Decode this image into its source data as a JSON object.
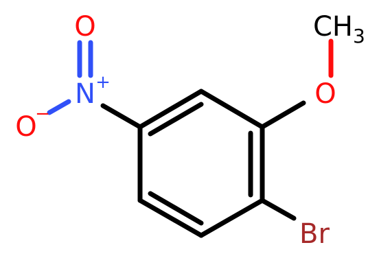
{
  "molecule": {
    "atoms": {
      "o_top": "O",
      "n": "N",
      "n_charge": "+",
      "o_left": "O",
      "o_left_charge": "−",
      "o_methoxy": "O",
      "ch3_c": "CH",
      "ch3_sub": "3",
      "br": "Br"
    },
    "colors": {
      "bond": "#000000",
      "oxygen": "#ff0d0d",
      "nitrogen": "#3050f8",
      "bromine": "#a62929",
      "carbon_label": "#000000"
    }
  }
}
